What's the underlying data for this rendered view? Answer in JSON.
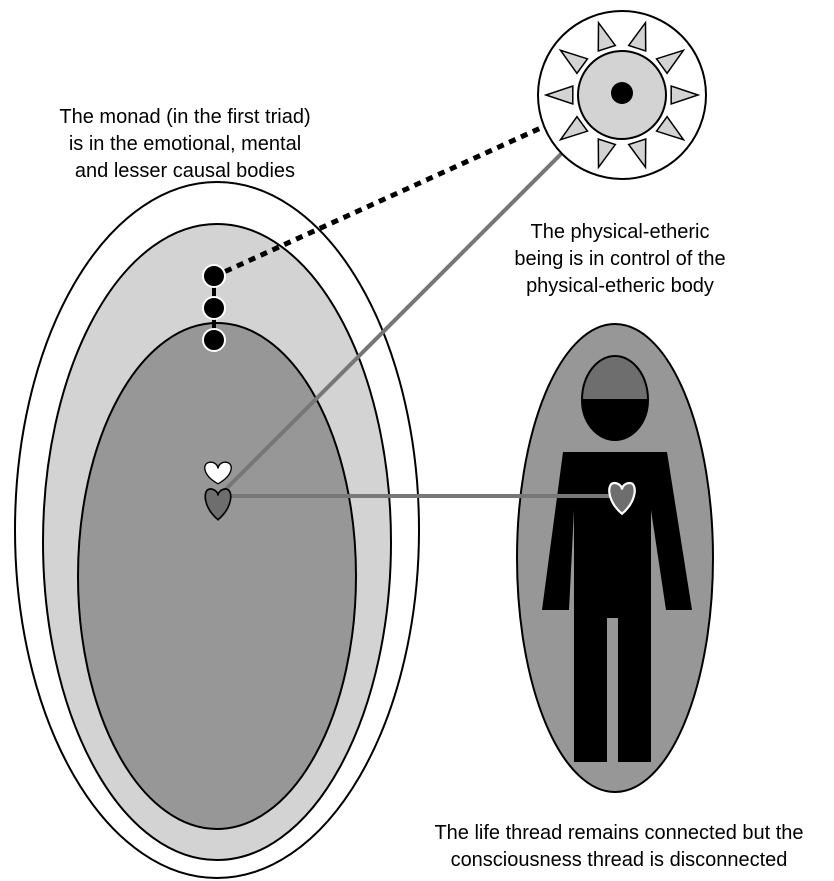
{
  "labels": {
    "monad": [
      "The monad (in the first triad)",
      "is in the emotional, mental",
      "and lesser causal bodies"
    ],
    "physical": [
      "The physical-etheric",
      "being is in control of the",
      "physical-etheric body"
    ],
    "threads": [
      "The life thread remains connected but the",
      "consciousness thread is disconnected"
    ]
  },
  "colors": {
    "outline": "#000000",
    "light_gray": "#d3d3d3",
    "mid_gray": "#979797",
    "dark_gray": "#6e6e6e",
    "thread_gray": "#777777",
    "background": "#ffffff"
  }
}
